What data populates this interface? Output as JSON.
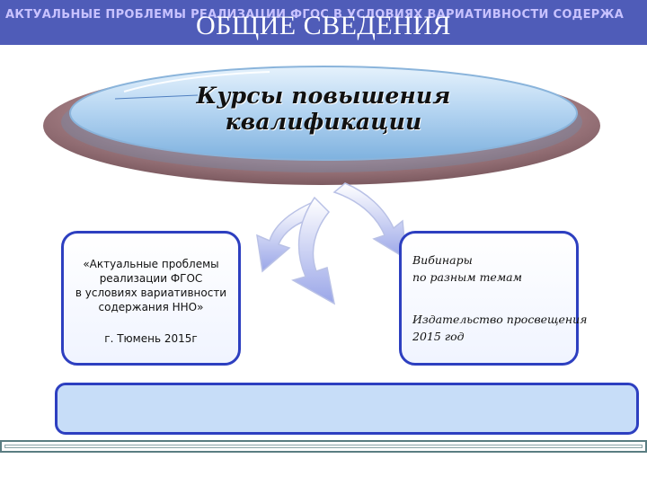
{
  "header": {
    "running_title": "АКТУАЛЬНЫЕ ПРОБЛЕМЫ РЕАЛИЗАЦИИ ФГОС В УСЛОВИЯХ ВАРИАТИВНОСТИ СОДЕРЖА",
    "slide_title": "ОБЩИЕ СВЕДЕНИЯ"
  },
  "central_oval": {
    "title": "Курсы повышения квалификации"
  },
  "left_box": {
    "lines": [
      "«Актуальные  проблемы",
      "реализации ФГОС",
      "в условиях вариативности",
      "содержания ННО»"
    ],
    "place_year": "г. Тюмень 2015г"
  },
  "right_box": {
    "webinars": [
      "Вибинары",
      "по разным темам"
    ],
    "publisher": [
      "Издательство просвещения",
      "2015 год"
    ]
  },
  "colors": {
    "header_bg": "#4f5cb8",
    "box_border": "#2d3fc0",
    "bottom_box_fill": "#c7ddf8",
    "oval_ring": "#a47e84",
    "oval_fill": "#b7d6f2"
  }
}
